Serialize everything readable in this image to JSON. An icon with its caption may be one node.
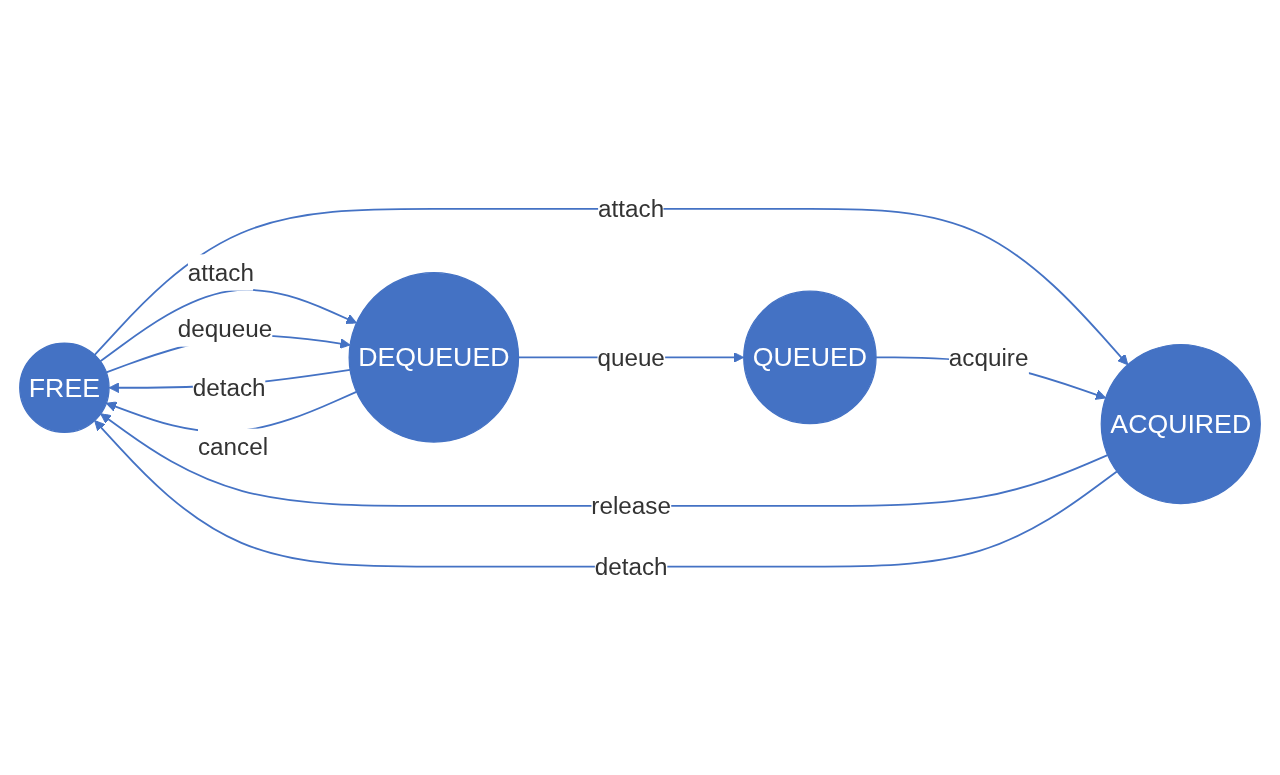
{
  "diagram": {
    "nodes": [
      {
        "text": [
          "FREE"
        ]
      },
      {
        "text": [
          "DEQUEUED"
        ]
      },
      {
        "text": [
          "ACQUIRED"
        ]
      },
      {
        "text": [
          "QUEUED"
        ]
      }
    ],
    "edges": [
      {
        "from": 1,
        "to": 0,
        "label": "detach",
        "arrow": "to"
      },
      {
        "from": 0,
        "to": 1,
        "label": "attach",
        "arrow": "to"
      },
      {
        "from": 0,
        "to": 1,
        "label": "dequeue",
        "arrow": "to"
      },
      {
        "from": 1,
        "to": 0,
        "label": "cancel",
        "arrow": "to"
      },
      {
        "from": 0,
        "to": 2,
        "label": "attach",
        "arrow": "to"
      },
      {
        "from": 2,
        "to": 0,
        "label": "release",
        "arrow": "to"
      },
      {
        "from": 2,
        "to": 0,
        "label": "detach",
        "arrow": "to"
      },
      {
        "from": 1,
        "to": 3,
        "label": "queue",
        "arrow": "to"
      },
      {
        "from": 3,
        "to": 2,
        "label": "acquire",
        "arrow": "to"
      }
    ]
  }
}
